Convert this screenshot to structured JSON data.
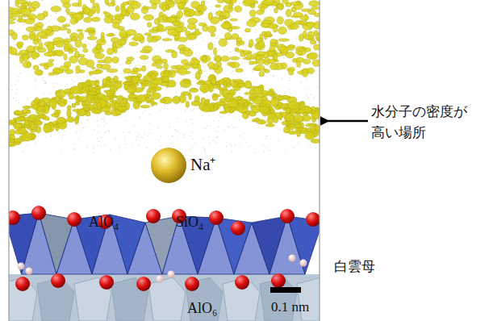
{
  "diagram": {
    "labels": [
      "水分子の密度が 高い場所",
      "Na⁺",
      "AlO₄",
      "SiO₄",
      "白雲母",
      "AlO₆",
      "0.1 nm"
    ]
  }
}
